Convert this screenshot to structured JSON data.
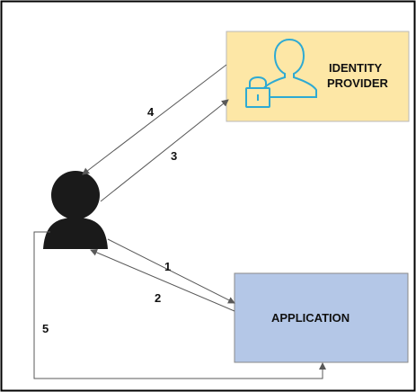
{
  "identity_provider": {
    "label_line1": "IDENTITY",
    "label_line2": "PROVIDER",
    "fill": "#fde7a6",
    "stroke": "#b9b9b9",
    "icon_color": "#2eaad3"
  },
  "application": {
    "label": "APPLICATION",
    "fill": "#b4c7e7",
    "stroke": "#8a8a8a"
  },
  "user": {
    "icon_color": "#1a1a1a"
  },
  "steps": [
    "1",
    "2",
    "3",
    "4",
    "5"
  ],
  "colors": {
    "border": "#000000",
    "arrow": "#595959"
  }
}
